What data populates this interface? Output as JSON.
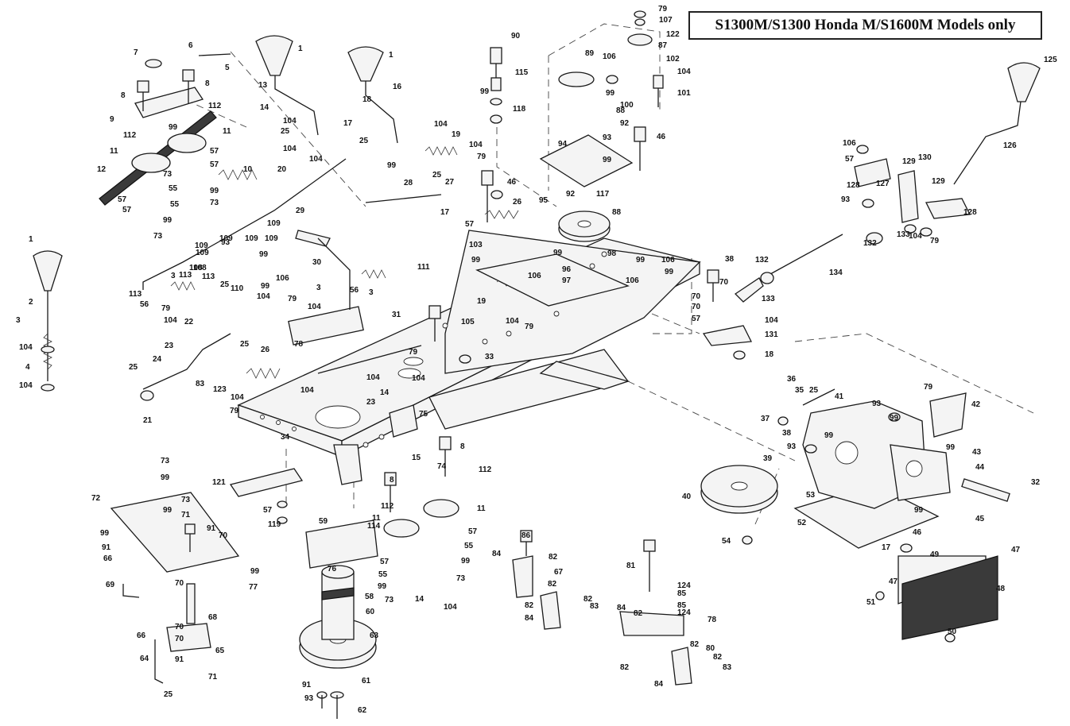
{
  "header": {
    "title": "S1300M/S1300 Honda M/S1600M Models only"
  },
  "callouts": [
    {
      "n": "79"
    },
    {
      "n": "107"
    },
    {
      "n": "122"
    },
    {
      "n": "87"
    },
    {
      "n": "102"
    },
    {
      "n": "104"
    },
    {
      "n": "101"
    },
    {
      "n": "106"
    },
    {
      "n": "99"
    },
    {
      "n": "100"
    },
    {
      "n": "90"
    },
    {
      "n": "115"
    },
    {
      "n": "99"
    },
    {
      "n": "118"
    },
    {
      "n": "89"
    },
    {
      "n": "88"
    },
    {
      "n": "92"
    },
    {
      "n": "93"
    },
    {
      "n": "46"
    },
    {
      "n": "94"
    },
    {
      "n": "99"
    },
    {
      "n": "1"
    },
    {
      "n": "1"
    },
    {
      "n": "7"
    },
    {
      "n": "6"
    },
    {
      "n": "5"
    },
    {
      "n": "8"
    },
    {
      "n": "8"
    },
    {
      "n": "13"
    },
    {
      "n": "16"
    },
    {
      "n": "18"
    },
    {
      "n": "14"
    },
    {
      "n": "104"
    },
    {
      "n": "25"
    },
    {
      "n": "104"
    },
    {
      "n": "17"
    },
    {
      "n": "112"
    },
    {
      "n": "9"
    },
    {
      "n": "112"
    },
    {
      "n": "99"
    },
    {
      "n": "11"
    },
    {
      "n": "11"
    },
    {
      "n": "12"
    },
    {
      "n": "57"
    },
    {
      "n": "57"
    },
    {
      "n": "73"
    },
    {
      "n": "55"
    },
    {
      "n": "99"
    },
    {
      "n": "73"
    },
    {
      "n": "57"
    },
    {
      "n": "57"
    },
    {
      "n": "55"
    },
    {
      "n": "99"
    },
    {
      "n": "73"
    },
    {
      "n": "10"
    },
    {
      "n": "20"
    },
    {
      "n": "104"
    },
    {
      "n": "19"
    },
    {
      "n": "104"
    },
    {
      "n": "79"
    },
    {
      "n": "99"
    },
    {
      "n": "25"
    },
    {
      "n": "25"
    },
    {
      "n": "104"
    },
    {
      "n": "28"
    },
    {
      "n": "27"
    },
    {
      "n": "17"
    },
    {
      "n": "57"
    },
    {
      "n": "46"
    },
    {
      "n": "26"
    },
    {
      "n": "95"
    },
    {
      "n": "92"
    },
    {
      "n": "117"
    },
    {
      "n": "88"
    },
    {
      "n": "29"
    },
    {
      "n": "109"
    },
    {
      "n": "109"
    },
    {
      "n": "109"
    },
    {
      "n": "93"
    },
    {
      "n": "109"
    },
    {
      "n": "99"
    },
    {
      "n": "106"
    },
    {
      "n": "109"
    },
    {
      "n": "108"
    },
    {
      "n": "113"
    },
    {
      "n": "109"
    },
    {
      "n": "30"
    },
    {
      "n": "111"
    },
    {
      "n": "103"
    },
    {
      "n": "99"
    },
    {
      "n": "1"
    },
    {
      "n": "2"
    },
    {
      "n": "3"
    },
    {
      "n": "104"
    },
    {
      "n": "4"
    },
    {
      "n": "104"
    },
    {
      "n": "3"
    },
    {
      "n": "108"
    },
    {
      "n": "113"
    },
    {
      "n": "25"
    },
    {
      "n": "113"
    },
    {
      "n": "56"
    },
    {
      "n": "79"
    },
    {
      "n": "104"
    },
    {
      "n": "22"
    },
    {
      "n": "110"
    },
    {
      "n": "99"
    },
    {
      "n": "104"
    },
    {
      "n": "56"
    },
    {
      "n": "3"
    },
    {
      "n": "3"
    },
    {
      "n": "79"
    },
    {
      "n": "104"
    },
    {
      "n": "23"
    },
    {
      "n": "25"
    },
    {
      "n": "24"
    },
    {
      "n": "21"
    },
    {
      "n": "25"
    },
    {
      "n": "26"
    },
    {
      "n": "83"
    },
    {
      "n": "123"
    },
    {
      "n": "104"
    },
    {
      "n": "79"
    },
    {
      "n": "78"
    },
    {
      "n": "104"
    },
    {
      "n": "23"
    },
    {
      "n": "14"
    },
    {
      "n": "104"
    },
    {
      "n": "104"
    },
    {
      "n": "79"
    },
    {
      "n": "31"
    },
    {
      "n": "105"
    },
    {
      "n": "33"
    },
    {
      "n": "106"
    },
    {
      "n": "99"
    },
    {
      "n": "98"
    },
    {
      "n": "99"
    },
    {
      "n": "106"
    },
    {
      "n": "99"
    },
    {
      "n": "96"
    },
    {
      "n": "97"
    },
    {
      "n": "106"
    },
    {
      "n": "19"
    },
    {
      "n": "104"
    },
    {
      "n": "79"
    },
    {
      "n": "125"
    },
    {
      "n": "126"
    },
    {
      "n": "106"
    },
    {
      "n": "57"
    },
    {
      "n": "129"
    },
    {
      "n": "130"
    },
    {
      "n": "127"
    },
    {
      "n": "129"
    },
    {
      "n": "128"
    },
    {
      "n": "93"
    },
    {
      "n": "128"
    },
    {
      "n": "133"
    },
    {
      "n": "104"
    },
    {
      "n": "79"
    },
    {
      "n": "132"
    },
    {
      "n": "134"
    },
    {
      "n": "38"
    },
    {
      "n": "70"
    },
    {
      "n": "132"
    },
    {
      "n": "133"
    },
    {
      "n": "70"
    },
    {
      "n": "70"
    },
    {
      "n": "57"
    },
    {
      "n": "104"
    },
    {
      "n": "131"
    },
    {
      "n": "18"
    },
    {
      "n": "36"
    },
    {
      "n": "35"
    },
    {
      "n": "37"
    },
    {
      "n": "25"
    },
    {
      "n": "41"
    },
    {
      "n": "38"
    },
    {
      "n": "99"
    },
    {
      "n": "93"
    },
    {
      "n": "93"
    },
    {
      "n": "99"
    },
    {
      "n": "79"
    },
    {
      "n": "42"
    },
    {
      "n": "99"
    },
    {
      "n": "43"
    },
    {
      "n": "44"
    },
    {
      "n": "32"
    },
    {
      "n": "39"
    },
    {
      "n": "40"
    },
    {
      "n": "53"
    },
    {
      "n": "52"
    },
    {
      "n": "54"
    },
    {
      "n": "99"
    },
    {
      "n": "46"
    },
    {
      "n": "17"
    },
    {
      "n": "49"
    },
    {
      "n": "45"
    },
    {
      "n": "47"
    },
    {
      "n": "47"
    },
    {
      "n": "48"
    },
    {
      "n": "51"
    },
    {
      "n": "50"
    },
    {
      "n": "34"
    },
    {
      "n": "75"
    },
    {
      "n": "121"
    },
    {
      "n": "57"
    },
    {
      "n": "119"
    },
    {
      "n": "73"
    },
    {
      "n": "99"
    },
    {
      "n": "72"
    },
    {
      "n": "99"
    },
    {
      "n": "73"
    },
    {
      "n": "71"
    },
    {
      "n": "91"
    },
    {
      "n": "70"
    },
    {
      "n": "99"
    },
    {
      "n": "91"
    },
    {
      "n": "66"
    },
    {
      "n": "99"
    },
    {
      "n": "77"
    },
    {
      "n": "69"
    },
    {
      "n": "70"
    },
    {
      "n": "68"
    },
    {
      "n": "66"
    },
    {
      "n": "70"
    },
    {
      "n": "65"
    },
    {
      "n": "64"
    },
    {
      "n": "70"
    },
    {
      "n": "91"
    },
    {
      "n": "71"
    },
    {
      "n": "25"
    },
    {
      "n": "15"
    },
    {
      "n": "8"
    },
    {
      "n": "74"
    },
    {
      "n": "112"
    },
    {
      "n": "8"
    },
    {
      "n": "11"
    },
    {
      "n": "59"
    },
    {
      "n": "114"
    },
    {
      "n": "112"
    },
    {
      "n": "11"
    },
    {
      "n": "57"
    },
    {
      "n": "55"
    },
    {
      "n": "99"
    },
    {
      "n": "73"
    },
    {
      "n": "57"
    },
    {
      "n": "55"
    },
    {
      "n": "99"
    },
    {
      "n": "73"
    },
    {
      "n": "76"
    },
    {
      "n": "58"
    },
    {
      "n": "14"
    },
    {
      "n": "104"
    },
    {
      "n": "60"
    },
    {
      "n": "63"
    },
    {
      "n": "91"
    },
    {
      "n": "61"
    },
    {
      "n": "93"
    },
    {
      "n": "62"
    },
    {
      "n": "86"
    },
    {
      "n": "84"
    },
    {
      "n": "82"
    },
    {
      "n": "67"
    },
    {
      "n": "82"
    },
    {
      "n": "82"
    },
    {
      "n": "82"
    },
    {
      "n": "83"
    },
    {
      "n": "84"
    },
    {
      "n": "81"
    },
    {
      "n": "124"
    },
    {
      "n": "85"
    },
    {
      "n": "85"
    },
    {
      "n": "124"
    },
    {
      "n": "84"
    },
    {
      "n": "82"
    },
    {
      "n": "78"
    },
    {
      "n": "82"
    },
    {
      "n": "80"
    },
    {
      "n": "82"
    },
    {
      "n": "83"
    },
    {
      "n": "82"
    },
    {
      "n": "84"
    }
  ]
}
